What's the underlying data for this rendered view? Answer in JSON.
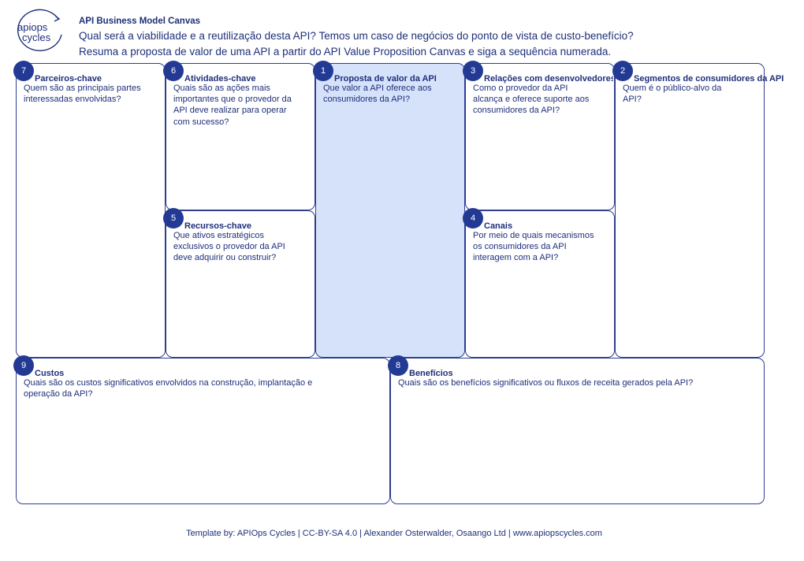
{
  "header": {
    "logo_text_top": "apiops",
    "logo_text_bottom": "cycles",
    "title": "API Business Model Canvas",
    "subtitle_line1": "Qual será a viabilidade e a reutilização desta API? Temos um caso de negócios do ponto de vista de custo-benefício?",
    "subtitle_line2": "Resuma a proposta de valor de uma API a partir do API Value Proposition Canvas e siga a sequência numerada."
  },
  "blocks": {
    "parceiros": {
      "number": "7",
      "title": "Parceiros-chave",
      "description": "Quem são as principais partes interessadas envolvidas?"
    },
    "atividades": {
      "number": "6",
      "title": "Atividades-chave",
      "description": "Quais são as ações mais importantes que o provedor da API deve realizar para operar com sucesso?"
    },
    "recursos": {
      "number": "5",
      "title": "Recursos-chave",
      "description": "Que ativos estratégicos exclusivos o provedor da API deve adquirir ou construir?"
    },
    "proposta": {
      "number": "1",
      "title": "Proposta de valor da API",
      "description": "Que valor a API oferece aos consumidores da API?"
    },
    "relacoes": {
      "number": "3",
      "title": "Relações com desenvolvedores",
      "description": "Como o provedor da API alcança e oferece suporte aos consumidores da API?"
    },
    "canais": {
      "number": "4",
      "title": "Canais",
      "description": "Por meio de quais mecanismos os consumidores da API interagem com a API?"
    },
    "segmentos": {
      "number": "2",
      "title": "Segmentos de consumidores da API",
      "description": "Quem é o público-alvo da API?"
    },
    "custos": {
      "number": "9",
      "title": "Custos",
      "description": "Quais são os custos significativos envolvidos na construção, implantação e operação da API?"
    },
    "beneficios": {
      "number": "8",
      "title": "Benefícios",
      "description": "Quais são os benefícios significativos ou fluxos de receita gerados pela API?"
    }
  },
  "footer": {
    "credit": "Template by: APIOps Cycles | CC-BY-SA 4.0 | Alexander Osterwalder, Osaango Ltd | www.apiopscycles.com"
  },
  "colors": {
    "primary": "#233a95",
    "border": "#2d3e8f",
    "highlight": "#d6e2fa",
    "text": "#1f2f7a"
  }
}
